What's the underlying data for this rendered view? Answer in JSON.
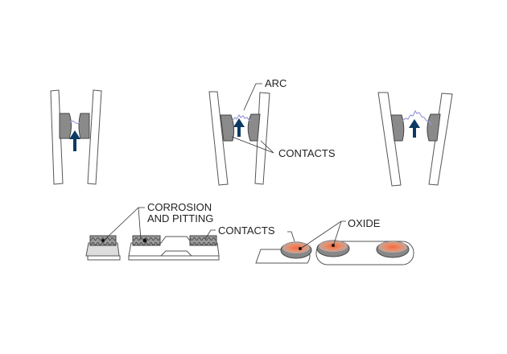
{
  "labels": {
    "arc": "ARC",
    "contacts_top": "CONTACTS",
    "corrosion_line1": "CORROSION",
    "corrosion_line2": "AND PITTING",
    "contacts_bottom": "CONTACTS",
    "oxide": "OXIDE"
  },
  "colors": {
    "arrow": "#0d3a63",
    "contact": "#8a8a8a",
    "arc": "#9a9ad8",
    "oxide": "#f26a3d"
  }
}
